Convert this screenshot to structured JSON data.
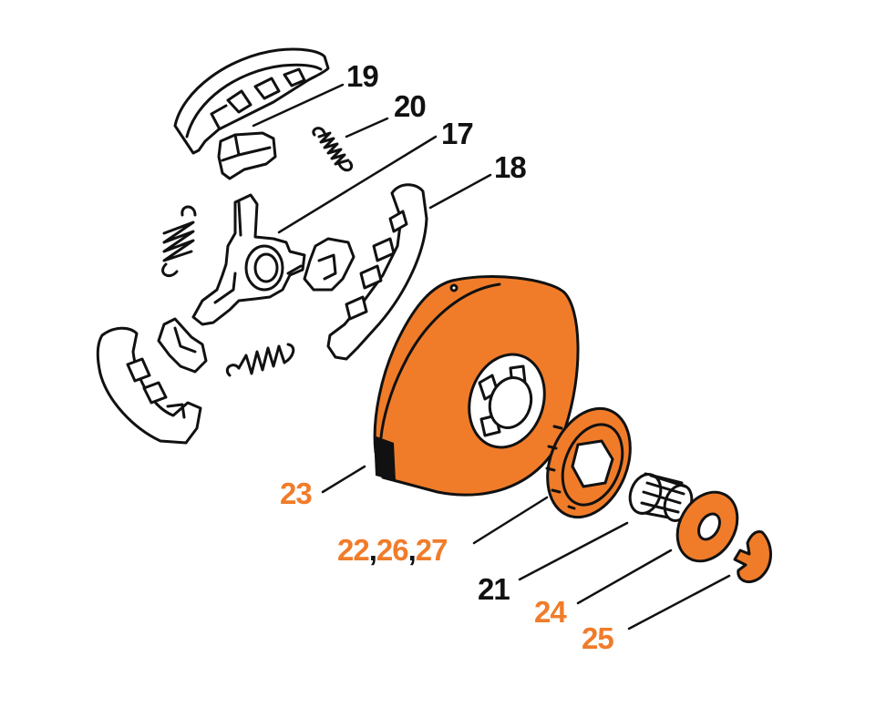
{
  "colors": {
    "outline": "#111111",
    "highlight": "#f07c2a",
    "highlight_dark": "#c85a10",
    "background": "#ffffff"
  },
  "labels": [
    {
      "id": "19",
      "text": "19",
      "highlighted": false
    },
    {
      "id": "20",
      "text": "20",
      "highlighted": false
    },
    {
      "id": "17",
      "text": "17",
      "highlighted": false
    },
    {
      "id": "18",
      "text": "18",
      "highlighted": false
    },
    {
      "id": "23",
      "text": "23",
      "highlighted": true
    },
    {
      "id": "22_26_27",
      "parts": [
        "22",
        ",",
        "26",
        ",",
        "27"
      ],
      "highlighted": true
    },
    {
      "id": "21",
      "text": "21",
      "highlighted": false
    },
    {
      "id": "24",
      "text": "24",
      "highlighted": true
    },
    {
      "id": "25",
      "text": "25",
      "highlighted": true
    }
  ]
}
